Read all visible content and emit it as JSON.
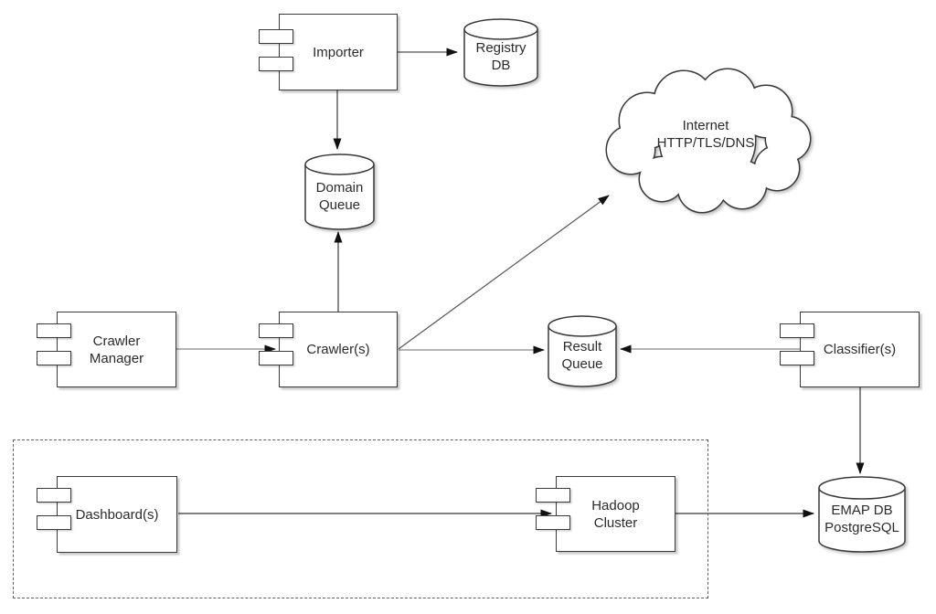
{
  "diagram": {
    "kind": "uml-component-diagram",
    "colors": {
      "background": "#ffffff",
      "shape_border": "#3a3a3a",
      "connector_dark": "#565656",
      "connector_light": "#9c9c9c",
      "arrowhead": "#111111",
      "boundary_dash": "#5f5f5f",
      "text": "#2b2b2b"
    },
    "nodes": {
      "importer": {
        "label": "Importer",
        "type": "component"
      },
      "registry_db": {
        "label": "Registry\nDB",
        "type": "database"
      },
      "domain_queue": {
        "label": "Domain\nQueue",
        "type": "database"
      },
      "internet": {
        "label": "Internet\nHTTP/TLS/DNS",
        "type": "cloud"
      },
      "crawler_manager": {
        "label": "Crawler\nManager",
        "type": "component"
      },
      "crawlers": {
        "label": "Crawler(s)",
        "type": "component"
      },
      "result_queue": {
        "label": "Result\nQueue",
        "type": "database"
      },
      "classifiers": {
        "label": "Classifier(s)",
        "type": "component"
      },
      "dashboards": {
        "label": "Dashboard(s)",
        "type": "component"
      },
      "hadoop_cluster": {
        "label": "Hadoop\nCluster",
        "type": "component"
      },
      "emap_db": {
        "label": "EMAP DB\nPostgreSQL",
        "type": "database"
      }
    },
    "edges": [
      {
        "from": "importer",
        "to": "registry_db"
      },
      {
        "from": "importer",
        "to": "domain_queue"
      },
      {
        "from": "crawlers",
        "to": "domain_queue"
      },
      {
        "from": "crawler_manager",
        "to": "crawlers"
      },
      {
        "from": "crawlers",
        "to": "internet"
      },
      {
        "from": "crawlers",
        "to": "result_queue"
      },
      {
        "from": "classifiers",
        "to": "result_queue"
      },
      {
        "from": "classifiers",
        "to": "emap_db"
      },
      {
        "from": "dashboards",
        "to": "hadoop_cluster"
      },
      {
        "from": "hadoop_cluster",
        "to": "emap_db"
      }
    ]
  }
}
